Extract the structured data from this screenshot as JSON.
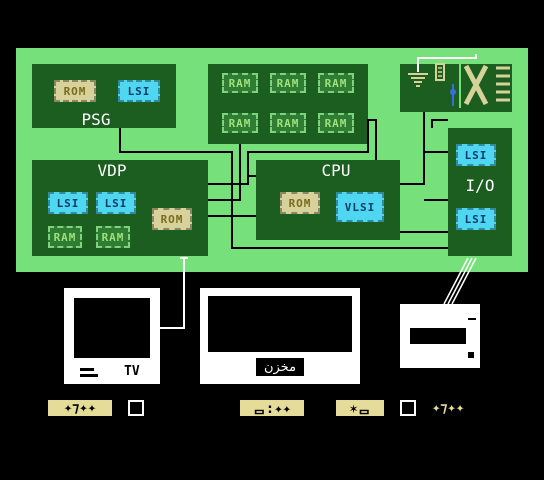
{
  "board": {
    "psg": {
      "rom": "ROM",
      "lsi": "LSI",
      "label": "PSG"
    },
    "ram_bank": [
      "RAM",
      "RAM",
      "RAM",
      "RAM",
      "RAM",
      "RAM"
    ],
    "vdp": {
      "label": "VDP",
      "lsi1": "LSI",
      "lsi2": "LSI",
      "ram1": "RAM",
      "ram2": "RAM",
      "rom": "ROM"
    },
    "cpu": {
      "label": "CPU",
      "rom": "ROM",
      "vlsi": "VLSI"
    },
    "io": {
      "label": "I/O",
      "lsi1": "LSI",
      "lsi2": "LSI"
    }
  },
  "devices": {
    "tv_label": "TV",
    "storage_label": "مخزن"
  },
  "hud": {
    "left_counter": "✦⁊✦✦",
    "mid_counter": "ᆷ:✦✦",
    "right_icon": "✶ᆷ",
    "right_counter": "✦⁊✦✦"
  },
  "colors": {
    "board": "#76e07a",
    "block": "#1b5e20",
    "lsi": "#4fd6f0",
    "rom": "#d6d29a"
  }
}
